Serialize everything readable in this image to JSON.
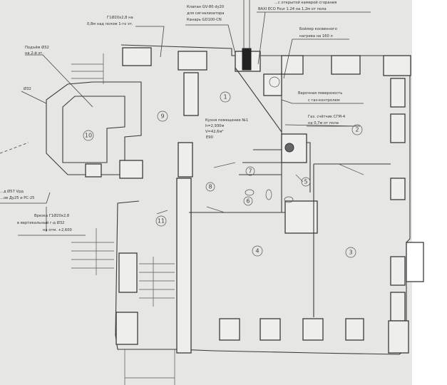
{
  "annotations": {
    "valve": [
      "Клапан GV-80 dy20",
      "для сигнализатора",
      "Канарь GD100-CN"
    ],
    "gas_pipe_top": [
      "Г1Ø20х2,8 на",
      "0,8м над полом 1-го эт."
    ],
    "boiler": [
      "...с открытой камерой сгорания",
      "BAXI ECO Four 1.24  на 1,2м от пола"
    ],
    "water_heater": [
      "Бойлер косвенного",
      "нагрева на 160 л"
    ],
    "riser": [
      "Подъём Ø32",
      "на 2-й эт."
    ],
    "pipe_d32": "Ø32",
    "cooktop": [
      "Варочная поверхность",
      "с газ-контролем"
    ],
    "gas_meter": [
      "Газ. счётчик СГМ-4",
      "на 0,7м от пола"
    ],
    "kitchen": [
      "Кухня помещение №1",
      "h=2,930м",
      "V=42,6м³",
      "E90"
    ],
    "left_pipe": [
      "...д Ø57 Vрд",
      "...ов Ду25 и РС-25"
    ],
    "tie_in": [
      "Врезка Г1Ø20х2,8",
      "в вертикальный г-д Ø32",
      "на отм. +2,600"
    ]
  },
  "rooms": [
    "1",
    "2",
    "3",
    "4",
    "5",
    "6",
    "7",
    "8",
    "9",
    "10",
    "11"
  ]
}
